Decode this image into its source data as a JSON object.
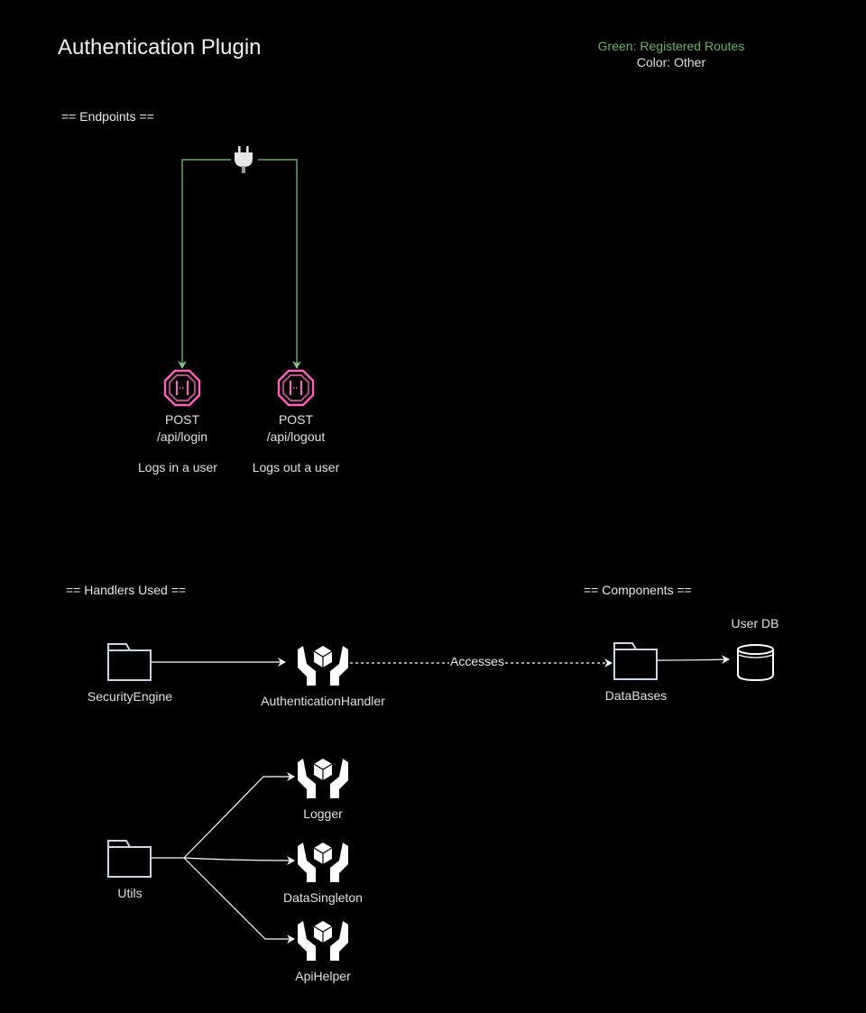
{
  "title": "Authentication Plugin",
  "legend": {
    "green_label": "Green: Registered Routes",
    "other_label": "Color: Other",
    "green_color": "#82c983",
    "other_color": "#ffffff",
    "endpoint_color": "#ff5fbf"
  },
  "sections": {
    "endpoints": "== Endpoints ==",
    "handlers": "== Handlers Used ==",
    "components": "== Components =="
  },
  "endpoints": [
    {
      "method": "POST",
      "path": "/api/login",
      "description": "Logs in a user"
    },
    {
      "method": "POST",
      "path": "/api/logout",
      "description": "Logs out a user"
    }
  ],
  "nodes": {
    "security_engine": "SecurityEngine",
    "authentication_handler": "AuthenticationHandler",
    "databases": "DataBases",
    "user_db": "User DB",
    "utils": "Utils",
    "logger": "Logger",
    "data_singleton": "DataSingleton",
    "api_helper": "ApiHelper"
  },
  "edges": {
    "accesses_label": "Accesses"
  },
  "icons": {
    "plugin": "plug-icon",
    "endpoint": "api-gateway-icon",
    "folder": "folder-icon",
    "handler": "hands-box-icon",
    "database": "database-icon"
  }
}
